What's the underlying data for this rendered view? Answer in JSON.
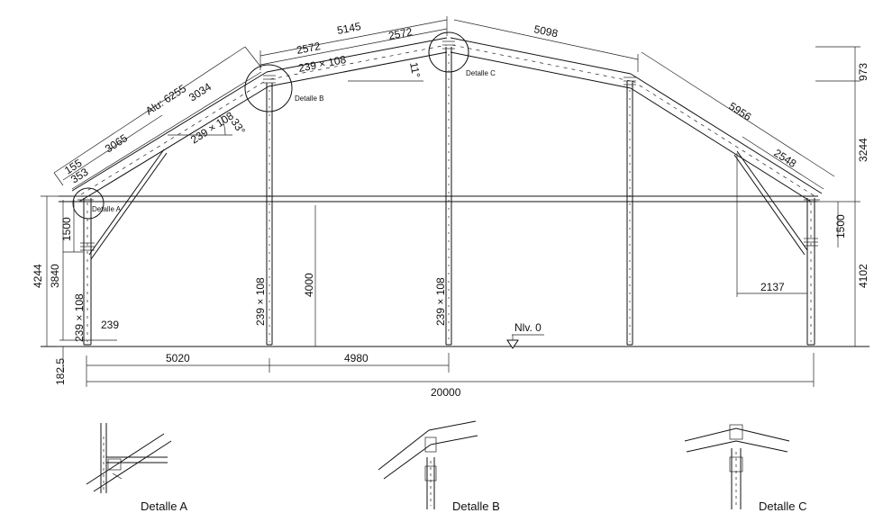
{
  "drawing": {
    "dims": {
      "alu_total": "Alu: 6255",
      "seg_3034": "3034",
      "seg_3065": "3065",
      "seg_155": "155",
      "seg_353": "353",
      "sec_left_rafter": "239 × 108",
      "angle_33": "33°",
      "top_5145": "5145",
      "top_2572a": "2572",
      "top_2572b": "2572",
      "sec_mid_rafter": "239 × 108",
      "angle_11": "11°",
      "top_5098": "5098",
      "right_5956": "5956",
      "right_2548": "2548",
      "h_973": "973",
      "h_3244": "3244",
      "h_1500_right": "1500",
      "h_4102": "4102",
      "brace_2137": "2137",
      "h_4244": "4244",
      "h_3840": "3840",
      "h_1500_left": "1500",
      "sec_left_col": "239 × 108",
      "w_239": "239",
      "h_182_5": "182.5",
      "sec_col_2": "239 × 108",
      "h_4000": "4000",
      "sec_col_3": "239 × 108",
      "nlv": "Nlv. 0",
      "span_5020": "5020",
      "span_4980": "4980",
      "span_20000": "20000"
    },
    "callouts": {
      "detail_a": "Detalle A",
      "detail_b": "Detalle B",
      "detail_c": "Detalle C"
    },
    "captions": {
      "detail_a": "Detalle A",
      "detail_b": "Detalle B",
      "detail_c": "Detalle C"
    }
  }
}
